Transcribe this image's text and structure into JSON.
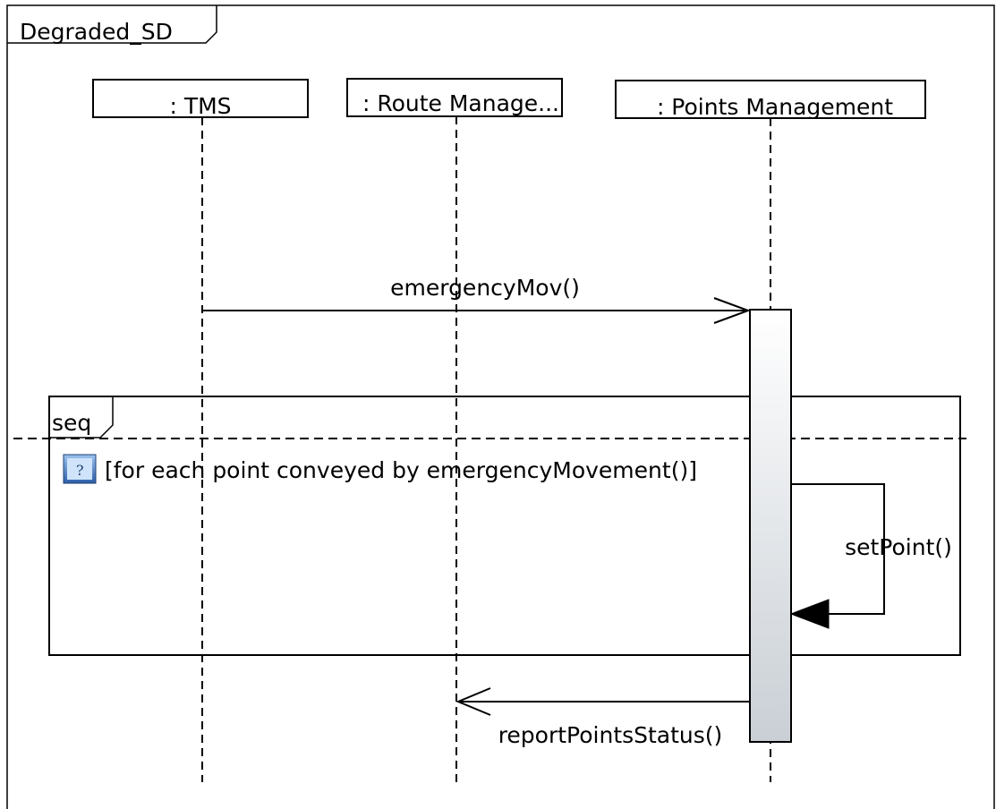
{
  "diagram": {
    "frame_title": "Degraded_SD",
    "lifelines": [
      {
        "id": "tms",
        "label": ": TMS"
      },
      {
        "id": "route",
        "label": ": Route Manage..."
      },
      {
        "id": "points",
        "label": ": Points Management"
      }
    ],
    "messages": [
      {
        "id": "emergency",
        "label": "emergencyMov()",
        "from": "tms",
        "to": "points",
        "kind": "async"
      },
      {
        "id": "setpoint",
        "label": "setPoint()",
        "from": "points",
        "to": "points",
        "kind": "sync-self"
      },
      {
        "id": "report",
        "label": "reportPointsStatus()",
        "from": "points",
        "to": "route",
        "kind": "async"
      }
    ],
    "fragment": {
      "operator": "seq",
      "guard": "[for each point conveyed by emergencyMovement()]",
      "guard_icon": "help-icon"
    },
    "colors": {
      "line": "#000000",
      "activation_top": "#ffffff",
      "activation_bottom": "#c9cfd5",
      "icon_blue": "#3b6fb5"
    }
  }
}
